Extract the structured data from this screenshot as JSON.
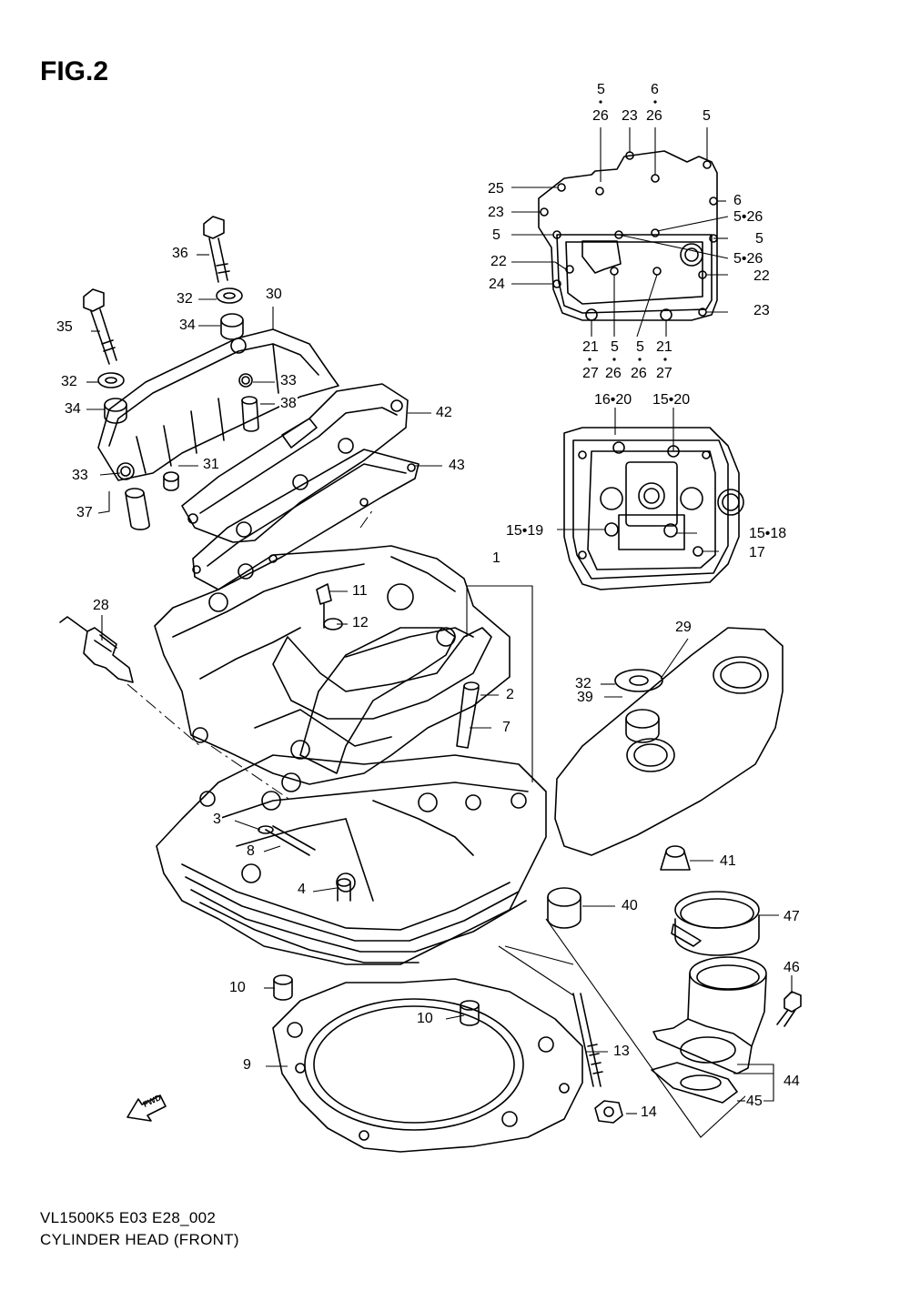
{
  "figure": {
    "title": "FIG.2",
    "model_code": "VL1500K5 E03 E28_002",
    "caption": "CYLINDER HEAD (FRONT)",
    "fwd_label": "FWD"
  },
  "callouts": {
    "c1": "1",
    "c2": "2",
    "c3": "3",
    "c4": "4",
    "c7": "7",
    "c8": "8",
    "c9": "9",
    "c10a": "10",
    "c10b": "10",
    "c11": "11",
    "c12": "12",
    "c13": "13",
    "c14": "14",
    "c17": "17",
    "c1519": "15•19",
    "c1518": "15•18",
    "c1620": "16•20",
    "c1520": "15•20",
    "c21a": "21",
    "c27a": "27",
    "c5a": "5",
    "c26a": "26",
    "c5b": "5",
    "c26b": "26",
    "c21b": "21",
    "c27b": "27",
    "c22a": "22",
    "c22b": "22",
    "c23a": "23",
    "c23b": "23",
    "c23c": "23",
    "c24": "24",
    "c25": "25",
    "c5t1": "5",
    "c26t1": "26",
    "c6t": "6",
    "c26t2": "26",
    "c5t2": "5",
    "c6r": "6",
    "c526a": "5•26",
    "c5r": "5",
    "c526b": "5•26",
    "c5l": "5",
    "c28": "28",
    "c29": "29",
    "c30": "30",
    "c31": "31",
    "c32a": "32",
    "c32b": "32",
    "c32c": "32",
    "c33a": "33",
    "c33b": "33",
    "c34a": "34",
    "c34b": "34",
    "c35": "35",
    "c36": "36",
    "c37": "37",
    "c38": "38",
    "c39": "39",
    "c40": "40",
    "c41": "41",
    "c42": "42",
    "c43": "43",
    "c44": "44",
    "c45": "45",
    "c46": "46",
    "c47": "47"
  }
}
